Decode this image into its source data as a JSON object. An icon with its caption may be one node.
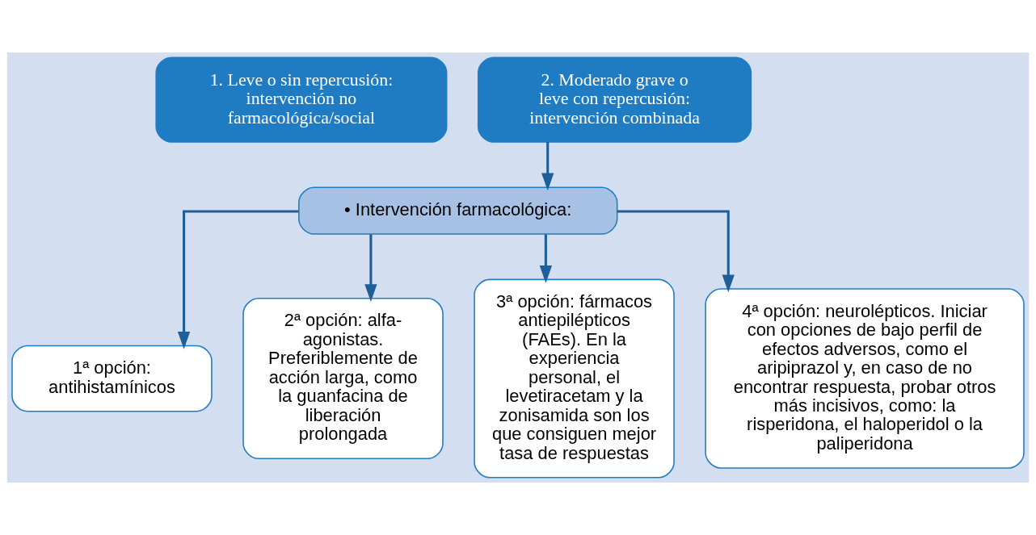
{
  "diagram": {
    "nodes": [
      {
        "text": [
          "1. Leve o sin repercusión: intervención no farmacológica/social"
        ]
      },
      {
        "text": [
          "2. Moderado grave o leve con repercusión: intervención combinada"
        ]
      },
      {
        "text": [
          "• Intervención farmacológica:"
        ]
      },
      {
        "text": [
          "1ª opción: antihistamínicos"
        ]
      },
      {
        "text": [
          "2ª opción: alfa-agonistas. Preferiblemente de acción larga, como la guanfacina de liberación prolongada"
        ]
      },
      {
        "text": [
          "3ª opción: fármacos antiepilépticos (FAEs). En la experiencia personal, el levetiracetam y la zonisamida son los que consiguen mejor tasa de respuestas"
        ]
      },
      {
        "text": [
          "4ª opción: neurolépticos. Iniciar con opciones de bajo perfil de efectos adversos, como el aripiprazol y, en caso de no encontrar respuesta, probar otros más incisivos, como: la risperidona, el haloperidol o la paliperidona"
        ]
      }
    ],
    "edges": [
      {
        "from": 1,
        "to": 2,
        "arrow": "to"
      },
      {
        "from": 2,
        "to": 3,
        "arrow": "to"
      },
      {
        "from": 2,
        "to": 4,
        "arrow": "to"
      },
      {
        "from": 2,
        "to": 5,
        "arrow": "to"
      },
      {
        "from": 2,
        "to": 6,
        "arrow": "to"
      }
    ]
  }
}
